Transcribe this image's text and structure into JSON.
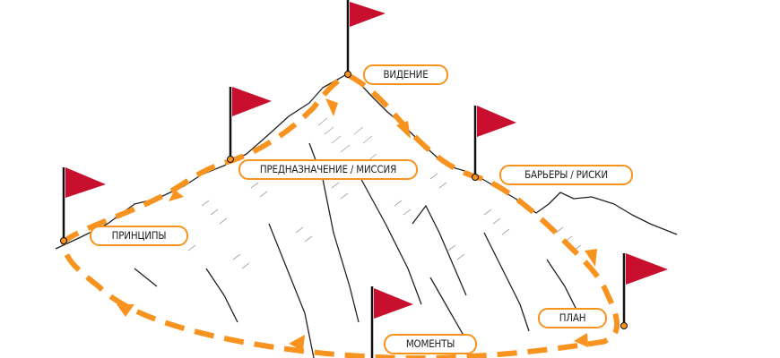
{
  "colors": {
    "accent": "#f7931e",
    "flag": "#c8102e",
    "ink": "#1a1a1a"
  },
  "stages": [
    {
      "id": "principles",
      "label": "ПРИНЦИПЫ"
    },
    {
      "id": "purpose",
      "label": "ПРЕДНАЗНАЧЕНИЕ / МИССИЯ"
    },
    {
      "id": "vision",
      "label": "ВИДЕНИЕ"
    },
    {
      "id": "barriers",
      "label": "БАРЬЕРЫ / РИСКИ"
    },
    {
      "id": "plan",
      "label": "ПЛАН"
    },
    {
      "id": "moments",
      "label": "МОМЕНТЫ"
    }
  ]
}
